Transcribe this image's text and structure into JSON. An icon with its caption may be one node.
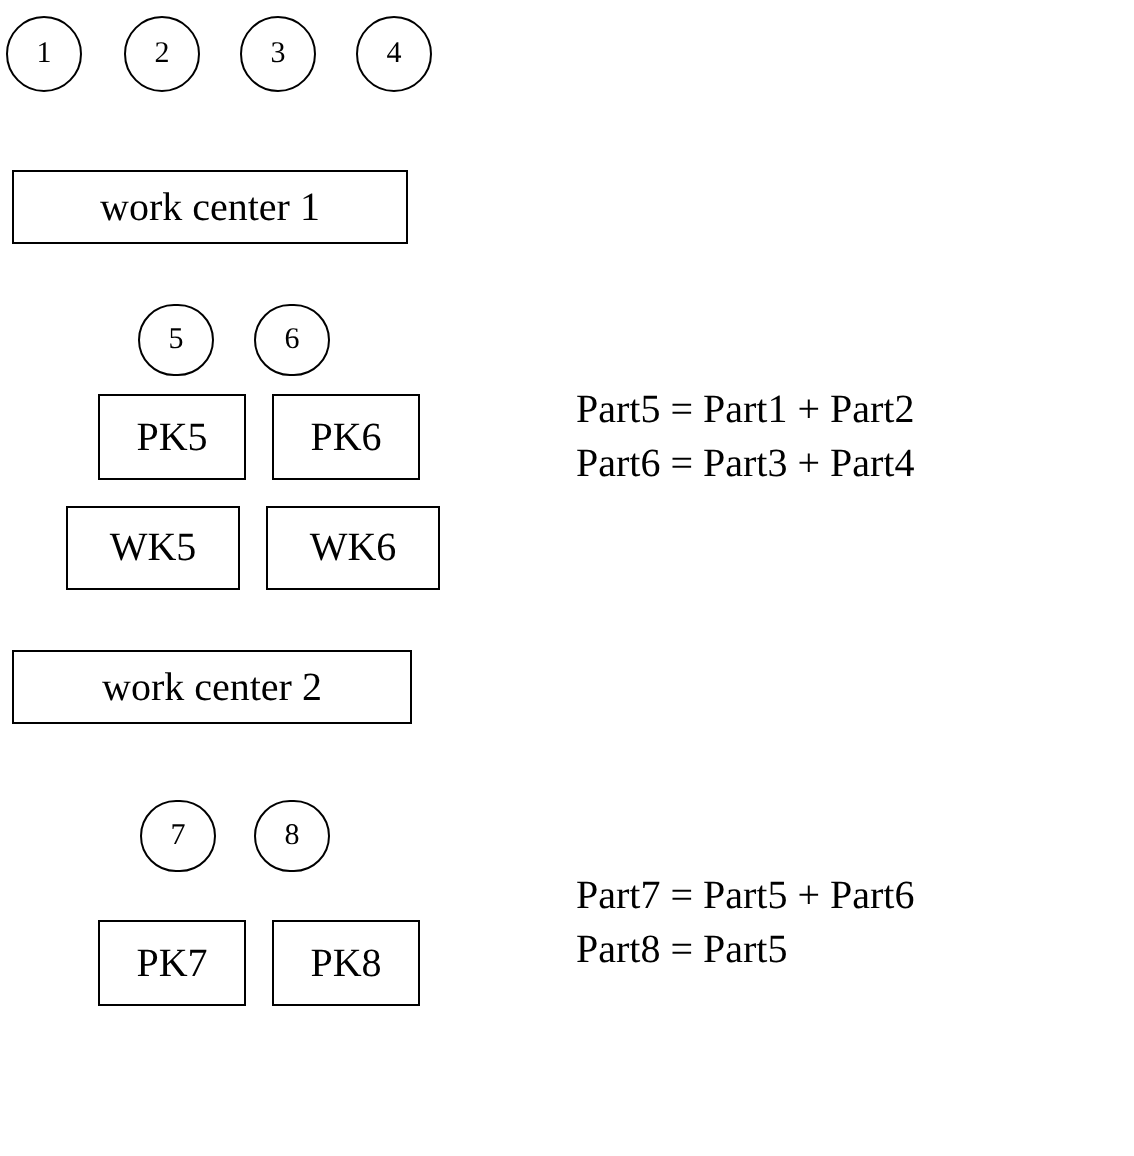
{
  "diagram": {
    "nodes": [
      {
        "text": [
          "1"
        ]
      },
      {
        "text": [
          "2"
        ]
      },
      {
        "text": [
          "3"
        ]
      },
      {
        "text": [
          "4"
        ]
      },
      {
        "text": [
          "work center 1"
        ]
      },
      {
        "text": [
          "5"
        ]
      },
      {
        "text": [
          "6"
        ]
      },
      {
        "text": [
          "PK5"
        ]
      },
      {
        "text": [
          "PK6"
        ]
      },
      {
        "text": [
          "WK5"
        ]
      },
      {
        "text": [
          "WK6"
        ]
      },
      {
        "text": [
          "work center 2"
        ]
      },
      {
        "text": [
          "7"
        ]
      },
      {
        "text": [
          "8"
        ]
      },
      {
        "text": [
          "PK7"
        ]
      },
      {
        "text": [
          "PK8"
        ]
      }
    ],
    "labels": [
      "Part5 = Part1 + Part2",
      "Part6 = Part3 + Part4",
      "Part7 = Part5 + Part6",
      "Part8 = Part5"
    ]
  }
}
